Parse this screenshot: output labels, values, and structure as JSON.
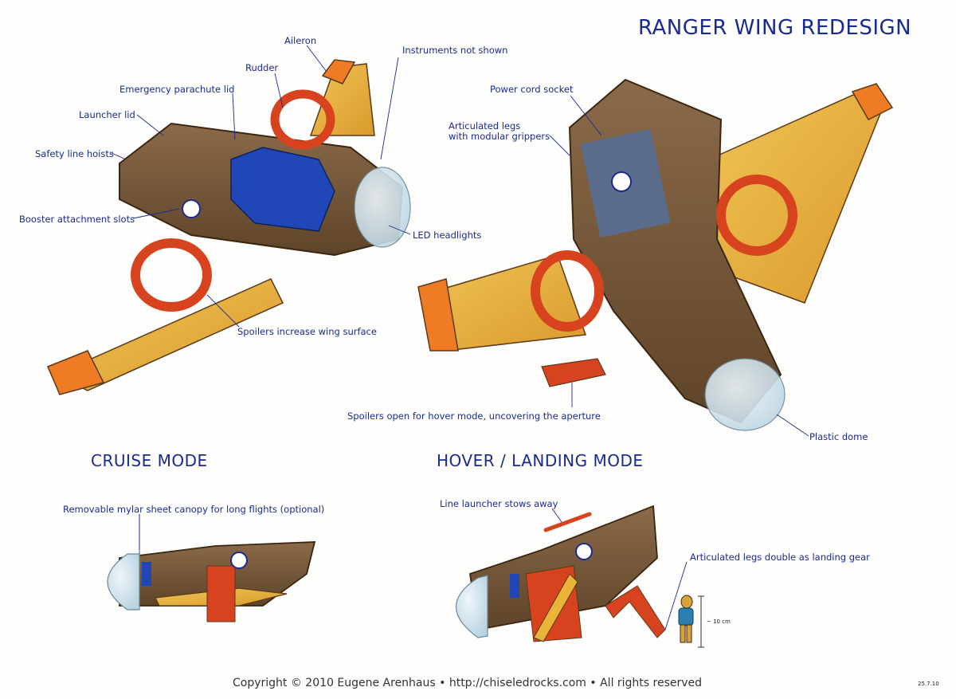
{
  "title": "RANGER WING REDESIGN",
  "sections": {
    "cruise": "CRUISE MODE",
    "hover": "HOVER / LANDING MODE"
  },
  "callouts": {
    "aileron": "Aileron",
    "instruments": "Instruments not shown",
    "rudder": "Rudder",
    "parachute": "Emergency parachute lid",
    "launcher_lid": "Launcher lid",
    "safety_line": "Safety line hoists",
    "booster_slots": "Booster attachment slots",
    "led": "LED headlights",
    "spoilers_wing": "Spoilers increase wing surface",
    "power_cord": "Power cord socket",
    "legs_1": "Articulated legs",
    "legs_2": "with modular grippers",
    "spoilers_hover": "Spoilers open for hover mode, uncovering the aperture",
    "dome": "Plastic dome",
    "canopy": "Removable mylar sheet canopy for long flights (optional)",
    "line_launcher": "Line launcher stows away",
    "landing_gear": "Articulated legs double as landing gear"
  },
  "scale_note": "~ 10 cm",
  "signature_date": "25.7.10",
  "footer": "Copyright © 2010 Eugene Arenhaus • http://chiseledrocks.com • All rights reserved",
  "colors": {
    "text_blue": "#1b2a8f",
    "hull_brown": "#7a5a3c",
    "wing_yellow": "#e9b43a",
    "fan_red": "#d8431f",
    "wing_orange": "#ef7b24",
    "seat_blue": "#1f47b8",
    "dome_glass": "#cfe2ec"
  }
}
